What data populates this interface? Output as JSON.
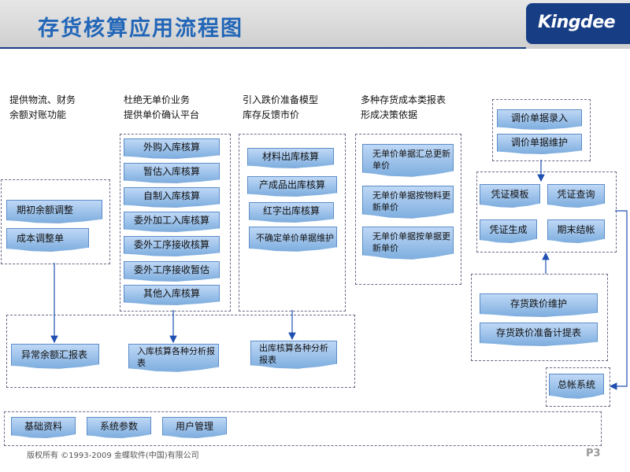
{
  "header": {
    "title": "存货核算应用流程图",
    "logo_text": "Kingdee"
  },
  "captions": [
    {
      "line1": "提供物流、财务",
      "line2": "余额对账功能"
    },
    {
      "line1": "杜绝无单价业务",
      "line2": "提供单价确认平台"
    },
    {
      "line1": "引入跌价准备模型",
      "line2": "库存反馈市价"
    },
    {
      "line1": "多种存货成本类报表",
      "line2": "形成决策依据"
    }
  ],
  "col1": {
    "items": [
      "期初余额调整",
      "成本调整单"
    ]
  },
  "col2": {
    "items": [
      "外购入库核算",
      "暂估入库核算",
      "自制入库核算",
      "委外加工入库核算",
      "委外工序接收核算",
      "委外工序接收暂估",
      "其他入库核算"
    ]
  },
  "col3": {
    "items": [
      "材料出库核算",
      "产成品出库核算",
      "红字出库核算",
      "不确定单价单据维护"
    ]
  },
  "col4": {
    "items": [
      "无单价单据汇总更新单价",
      "无单价单据按物料更新单价",
      "无单价单据按单据更新单价"
    ]
  },
  "adjust": {
    "items": [
      "调价单据录入",
      "调价单据维护"
    ]
  },
  "voucher": {
    "items": [
      "凭证模板",
      "凭证查询",
      "凭证生成",
      "期末结帐"
    ]
  },
  "impair": {
    "items": [
      "存货跌价维护",
      "存货跌价准备计提表"
    ]
  },
  "ledger": {
    "label": "总帐系统"
  },
  "reports": {
    "items": [
      "异常余额汇报表",
      "入库核算各种分析报表",
      "出库核算各种分析报表"
    ]
  },
  "base": {
    "items": [
      "基础资料",
      "系统参数",
      "用户管理"
    ]
  },
  "footer": {
    "copyright": "版权所有 ©1993-2009 金蝶软件(中国)有限公司",
    "page": "P3"
  },
  "colors": {
    "title": "#2266b8",
    "logo_bg": "#173e85",
    "box_fill": "#9cc3ee",
    "arrow": "#1f4fb0"
  }
}
